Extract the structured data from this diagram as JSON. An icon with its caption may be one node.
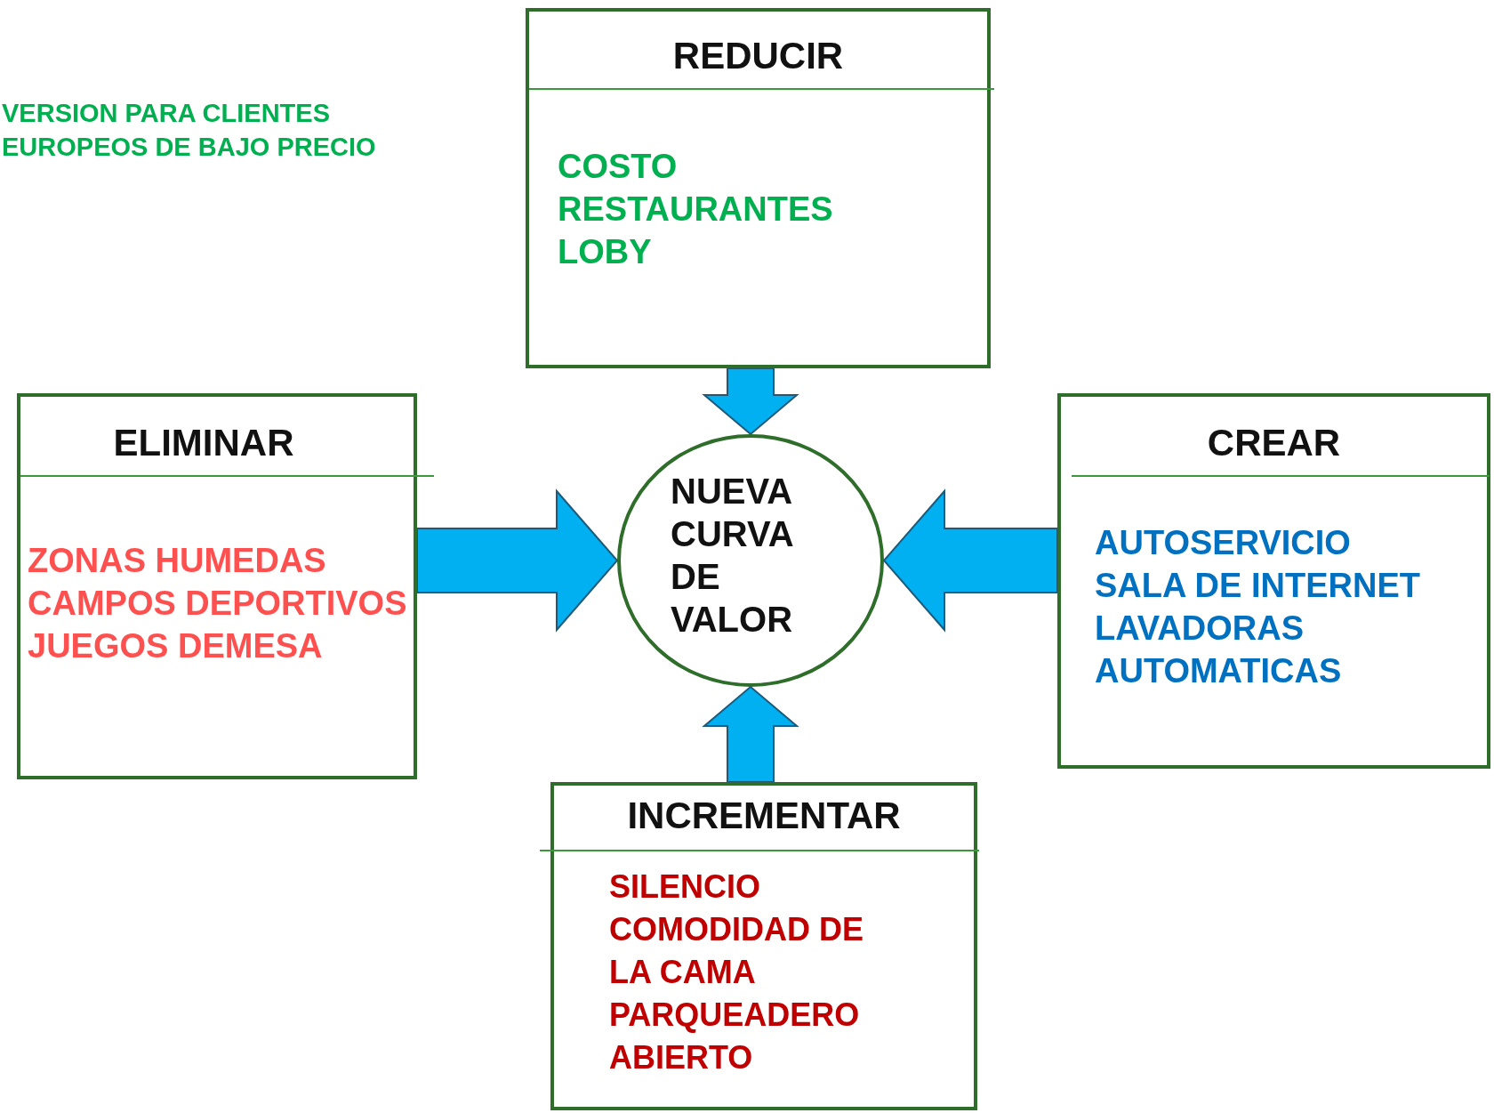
{
  "diagram": {
    "nodes": [
      {
        "text": [
          "REDUCIR",
          "COSTO",
          "RESTAURANTES",
          "LOBY"
        ]
      },
      {
        "text": [
          "ELIMINAR",
          "ZONAS HUMEDAS",
          "CAMPOS DEPORTIVOS",
          "JUEGOS DEMESA"
        ]
      },
      {
        "text": [
          "NUEVA CURVA DE VALOR"
        ]
      },
      {
        "text": [
          "CREAR",
          "AUTOSERVICIO",
          "SALA DE INTERNET",
          "LAVADORAS AUTOMATICAS"
        ]
      },
      {
        "text": [
          "INCREMENTAR",
          "SILENCIO",
          "COMODIDAD DE LA CAMA",
          "PARQUEADERO ABIERTO"
        ]
      }
    ],
    "edges": [
      {
        "from": 0,
        "to": 2,
        "arrow": "to",
        "color": "#00b0f0"
      },
      {
        "from": 1,
        "to": 2,
        "arrow": "to",
        "color": "#00b0f0"
      },
      {
        "from": 3,
        "to": 2,
        "arrow": "to",
        "color": "#00b0f0"
      },
      {
        "from": 4,
        "to": 2,
        "arrow": "to",
        "color": "#00b0f0"
      }
    ],
    "labels": [
      "VERSION PARA CLIENTES EUROPEOS DE BAJO PRECIO"
    ]
  }
}
